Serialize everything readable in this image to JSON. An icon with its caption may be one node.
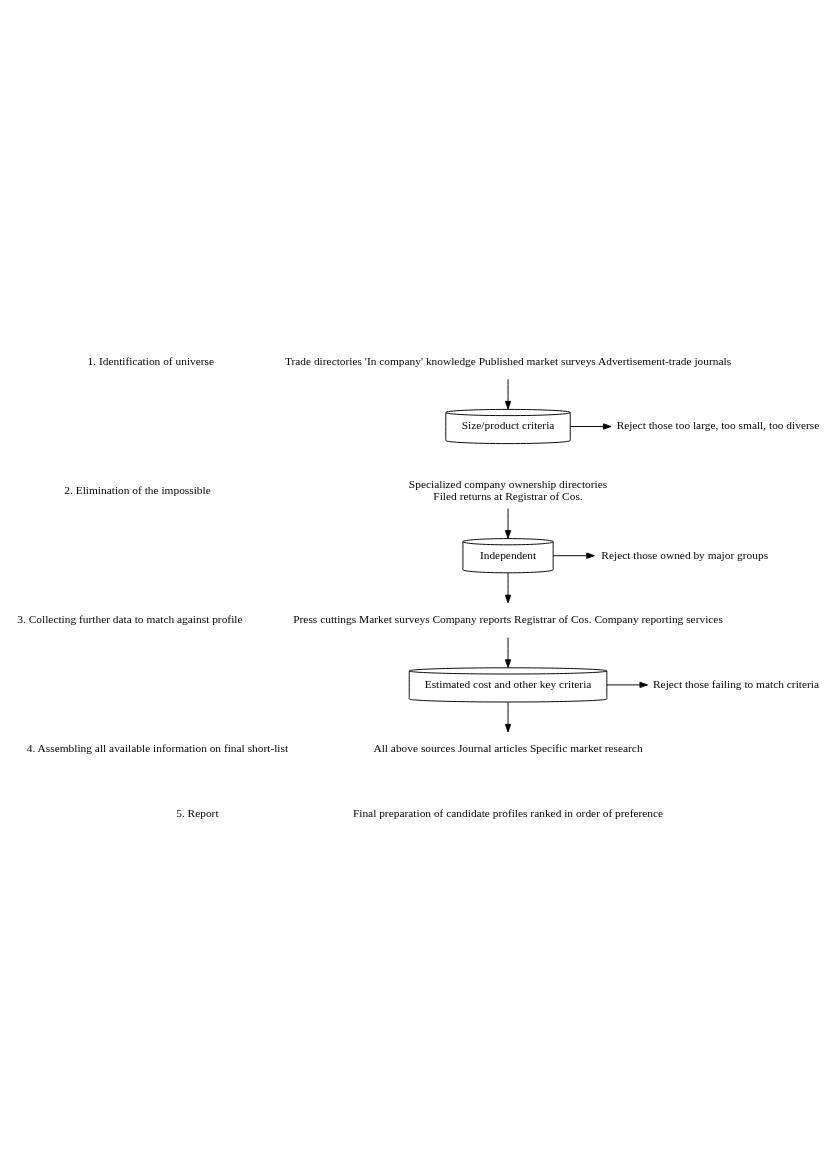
{
  "diagram": {
    "nodes": [
      {
        "text": [
          "Trade directories 'In company' knowledge Published market surveys Advertisement-trade journals"
        ]
      },
      {
        "text": [
          "Size/product criteria"
        ]
      },
      {
        "text": [
          "Reject those too large, too small, too diverse"
        ]
      },
      {
        "text": [
          "Specialized company ownership directories",
          "Filed returns at Registrar of Cos."
        ]
      },
      {
        "text": [
          "Independent"
        ]
      },
      {
        "text": [
          "Reject those owned by major groups"
        ]
      },
      {
        "text": [
          "Press cuttings Market surveys Company reports Registrar of Cos. Company reporting services"
        ]
      },
      {
        "text": [
          "Estimated cost and other key criteria"
        ]
      },
      {
        "text": [
          "Reject those failing to match criteria"
        ]
      },
      {
        "text": [
          "All above sources Journal articles Specific market research"
        ]
      }
    ],
    "edges": [
      {
        "from": 0,
        "to": 1,
        "arrow": "to"
      },
      {
        "from": 1,
        "to": 2,
        "arrow": "to"
      },
      {
        "from": 3,
        "to": 4,
        "arrow": "to"
      },
      {
        "from": 4,
        "to": 5,
        "arrow": "to"
      },
      {
        "from": 4,
        "to": 6,
        "arrow": "to"
      },
      {
        "from": 6,
        "to": 7,
        "arrow": "to"
      },
      {
        "from": 7,
        "to": 8,
        "arrow": "to"
      },
      {
        "from": 7,
        "to": 9,
        "arrow": "to"
      }
    ],
    "labels": [
      "1. Identification of universe",
      "2. Elimination of the impossible",
      "3. Collecting further data to match against profile",
      "4. Assembling all available information on final short-list",
      "5. Report",
      "Final preparation of candidate profiles ranked in order of preference"
    ]
  }
}
